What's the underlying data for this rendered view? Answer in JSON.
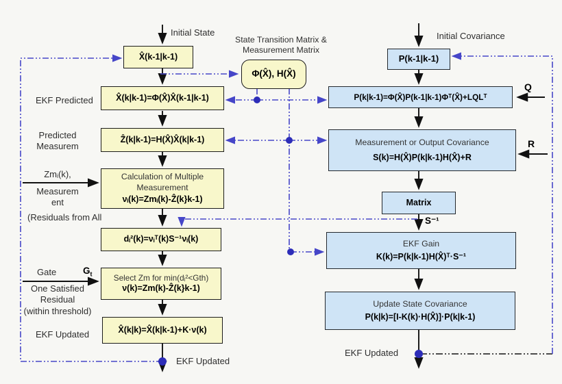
{
  "colors": {
    "node_yellow": "#f8f7cb",
    "node_blue": "#cfe4f6",
    "line_blue": "#4646c8",
    "dot_blue": "#2d2db8",
    "background": "#f7f7f4"
  },
  "top_labels": {
    "initial_state": "Initial State",
    "stm_line1": "State Transition Matrix &",
    "stm_line2": "Measurement Matrix",
    "initial_covariance": "Initial Covariance"
  },
  "side_labels": {
    "q": "Q",
    "r": "R",
    "ekf_predicted": "EKF Predicted",
    "predicted_line1": "Predicted",
    "predicted_line2": "Measurem",
    "zm": "Zmᵢ(k),",
    "measurement_line1": "Measurem",
    "measurement_line2": "ent",
    "residuals": "(Residuals from All",
    "gate": "Gate",
    "gate_g": "G",
    "gate_sub": "t",
    "one_satisfied_line1": "One Satisfied",
    "one_satisfied_line2": "Residual",
    "one_satisfied_line3": "(within threshold)",
    "s_inverse": "S⁻¹",
    "ekf_updated_left": "EKF Updated",
    "ekf_updated_bottom": "EKF Updated",
    "ekf_updated_right": "EKF Updated"
  },
  "nodes": {
    "x_prev": {
      "text": "X̂(k-1|k-1)"
    },
    "phi_h": {
      "text": "Φ(X̂), H(X̂)"
    },
    "ekf_pred": {
      "text": "X̂(k|k-1)=Φ(X̂)X̂(k-1|k-1)"
    },
    "z_pred": {
      "text": "Ẑ(k|k-1)=H(X̂)X̂(k|k-1)"
    },
    "calc": {
      "line1": "Calculation of Multiple",
      "line2": "Measurement",
      "line3": "νᵢ(k)=Zmᵢ(k)-Ẑ(k}k-1)"
    },
    "d2": {
      "text": "dᵢ²(k)=νᵢᵀ(k)S⁻¹νᵢ(k)"
    },
    "select": {
      "line1": "Select Zm for min(dᵢ²<Gth)",
      "line2": "ν(k)=Zm(k)-Ẑ(k}k-1)"
    },
    "x_upd": {
      "text": "X̂(k|k)=X̂(k|k-1)+K·ν(k)"
    },
    "p_prev": {
      "text": "P(k-1|k-1)"
    },
    "p_pred": {
      "text": "P(k|k-1)=Φ(X̂)P(k-1|k-1)Φᵀ(X̂)+LQLᵀ"
    },
    "s_cov": {
      "line1": "Measurement or Output Covariance",
      "line2": "S(k)=H(X̂)P(k|k-1)H(X̂)+R"
    },
    "matrix": {
      "text": "Matrix"
    },
    "gain": {
      "line1": "EKF Gain",
      "line2": "K(k)=P(k|k-1)H(X̂)ᵀ·S⁻¹"
    },
    "upd_cov": {
      "line1": "Update State Covariance",
      "line2": "P(k|k)=[I-K(k)·H(X̂)]·P(k|k-1)"
    }
  }
}
